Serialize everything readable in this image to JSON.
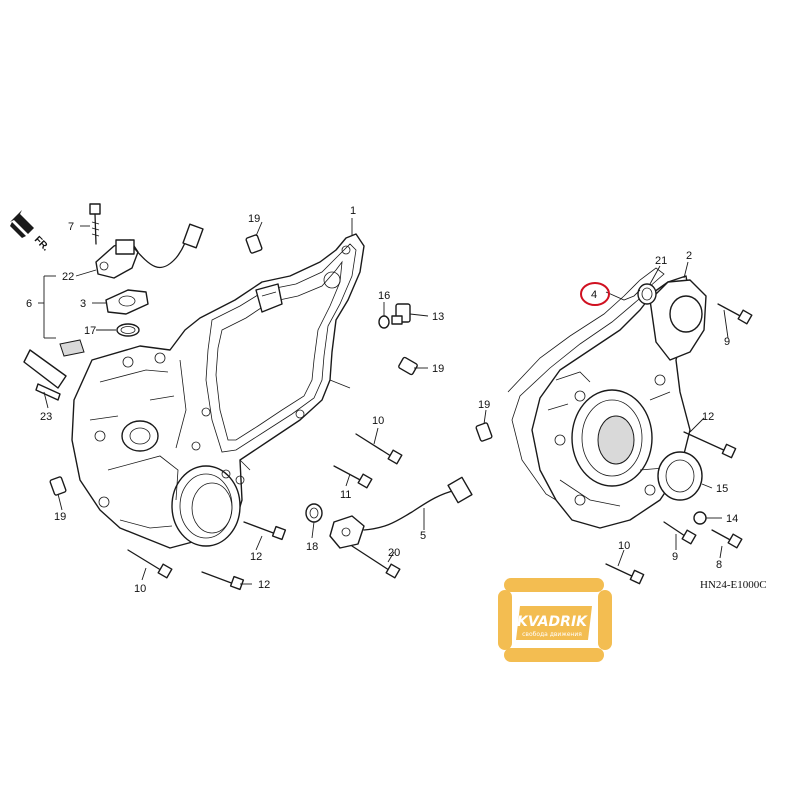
{
  "diagram": {
    "code": "HN24-E1000C",
    "direction_mark": "FR.",
    "highlight_color": "#d01020",
    "callouts": [
      {
        "id": "1",
        "label": "1"
      },
      {
        "id": "2",
        "label": "2"
      },
      {
        "id": "3",
        "label": "3"
      },
      {
        "id": "4",
        "label": "4",
        "highlighted": true
      },
      {
        "id": "5",
        "label": "5"
      },
      {
        "id": "6",
        "label": "6"
      },
      {
        "id": "7",
        "label": "7"
      },
      {
        "id": "8",
        "label": "8"
      },
      {
        "id": "9a",
        "label": "9"
      },
      {
        "id": "9b",
        "label": "9"
      },
      {
        "id": "10a",
        "label": "10"
      },
      {
        "id": "10b",
        "label": "10"
      },
      {
        "id": "10c",
        "label": "10"
      },
      {
        "id": "11",
        "label": "11"
      },
      {
        "id": "12a",
        "label": "12"
      },
      {
        "id": "12b",
        "label": "12"
      },
      {
        "id": "12c",
        "label": "12"
      },
      {
        "id": "13",
        "label": "13"
      },
      {
        "id": "14",
        "label": "14"
      },
      {
        "id": "15",
        "label": "15"
      },
      {
        "id": "16",
        "label": "16"
      },
      {
        "id": "17",
        "label": "17"
      },
      {
        "id": "18",
        "label": "18"
      },
      {
        "id": "19a",
        "label": "19"
      },
      {
        "id": "19b",
        "label": "19"
      },
      {
        "id": "19c",
        "label": "19"
      },
      {
        "id": "19d",
        "label": "19"
      },
      {
        "id": "20",
        "label": "20"
      },
      {
        "id": "21",
        "label": "21"
      },
      {
        "id": "22",
        "label": "22"
      },
      {
        "id": "23",
        "label": "23"
      }
    ]
  },
  "watermark": {
    "brand": "KVADRIK",
    "tagline": "свобода движения",
    "color": "#f2b233"
  }
}
